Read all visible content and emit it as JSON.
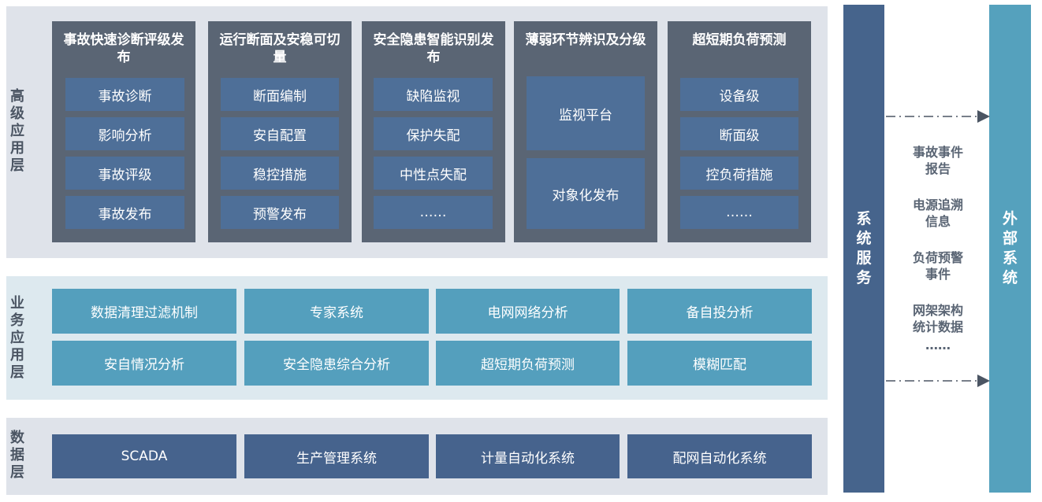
{
  "layers": {
    "high": "高级应用层",
    "business": "业务应用层",
    "data": "数据层"
  },
  "modules": [
    {
      "title": "事故快速诊断评级发布",
      "items": [
        "事故诊断",
        "影响分析",
        "事故评级",
        "事故发布"
      ]
    },
    {
      "title": "运行断面及安稳可切量",
      "items": [
        "断面编制",
        "安自配置",
        "稳控措施",
        "预警发布"
      ]
    },
    {
      "title": "安全隐患智能识别发布",
      "items": [
        "缺陷监视",
        "保护失配",
        "中性点失配",
        "……"
      ]
    },
    {
      "title": "薄弱环节辨识及分级",
      "items": [
        "监视平台",
        "对象化发布"
      ]
    },
    {
      "title": "超短期负荷预测",
      "items": [
        "设备级",
        "断面级",
        "控负荷措施",
        "……"
      ]
    }
  ],
  "business_apps": [
    "数据清理过滤机制",
    "专家系统",
    "电网网络分析",
    "备自投分析",
    "安自情况分析",
    "安全隐患综合分析",
    "超短期负荷预测",
    "模糊匹配"
  ],
  "data_sources": [
    "SCADA",
    "生产管理系统",
    "计量自动化系统",
    "配网自动化系统"
  ],
  "system_service": "系统服务",
  "external_system": "外部系统",
  "exchange_items": [
    "事故事件报告",
    "电源追溯信息",
    "负荷预警事件",
    "网架架构统计数据",
    "……"
  ],
  "colors": {
    "high_band": "#dfe3ea",
    "module_column": "#5a6574",
    "module_item": "#4e6f98",
    "business_band": "#dde9ef",
    "business_item": "#549fbd",
    "data_item": "#46638d",
    "system_service": "#46648c",
    "external_system": "#55a1bd"
  }
}
